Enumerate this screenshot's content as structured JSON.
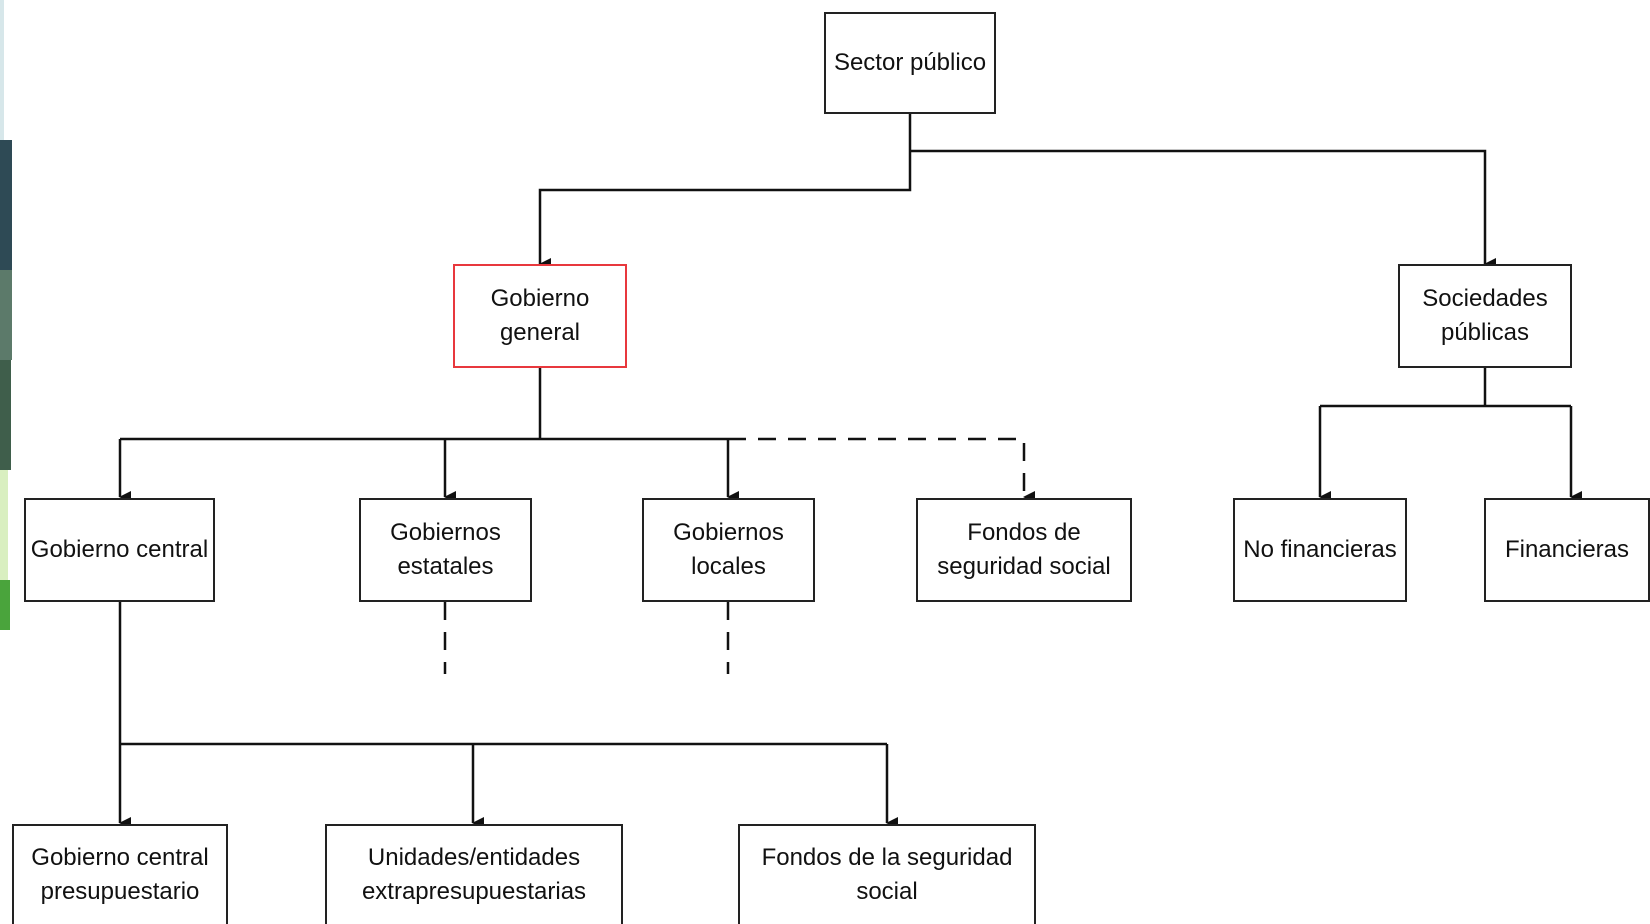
{
  "theme": {
    "line_color": "#111111",
    "box_border": "#222222",
    "highlight_border": "#e8383d"
  },
  "nodes": {
    "sector_publico": "Sector público",
    "gobierno_general": "Gobierno\ngeneral",
    "sociedades_publicas": "Sociedades\npúblicas",
    "gobierno_central": "Gobierno central",
    "gobiernos_estatales": "Gobiernos\nestatales",
    "gobiernos_locales": "Gobiernos\nlocales",
    "fondos_seguridad_social": "Fondos de\nseguridad social",
    "no_financieras": "No financieras",
    "financieras": "Financieras",
    "gobierno_central_presupuestario": "Gobierno central\npresupuestario",
    "unidades_extrapresupuestarias": "Unidades/entidades\nextrapresupuestarias",
    "fondos_seguridad_social_cg": "Fondos de la seguridad\nsocial"
  },
  "selected_node": "gobierno_general"
}
